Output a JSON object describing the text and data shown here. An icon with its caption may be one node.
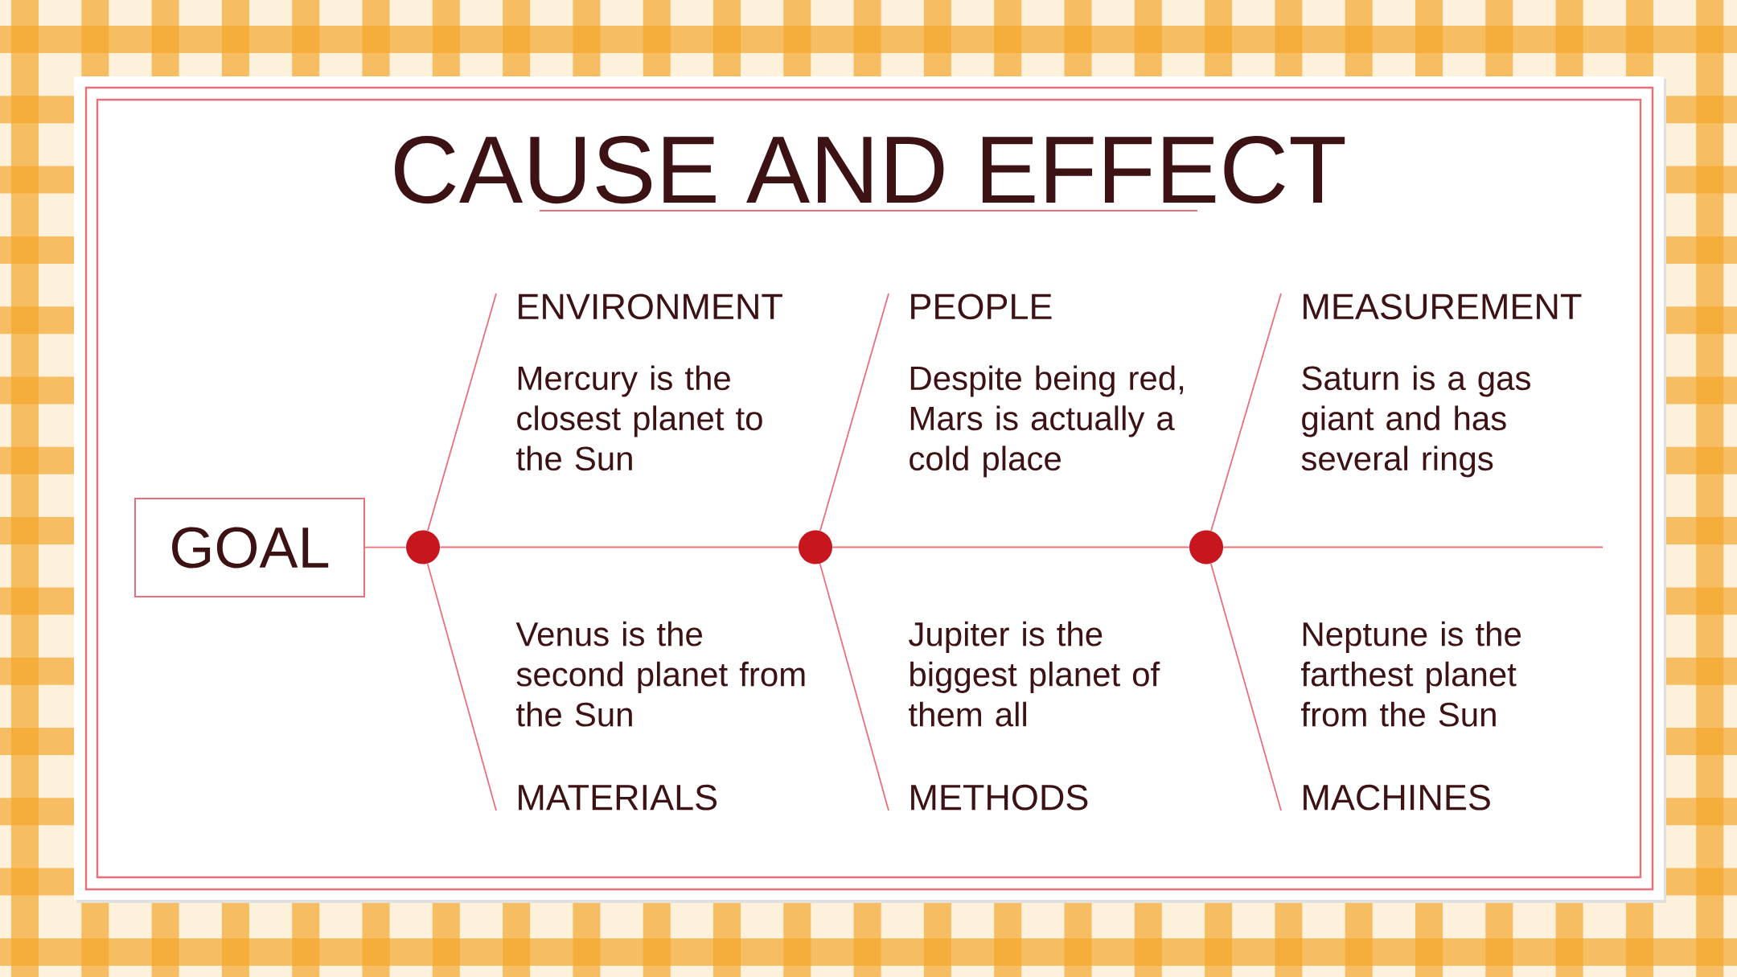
{
  "diagram": {
    "title": "CAUSE AND EFFECT",
    "nodes": [
      {
        "text": [
          "GOAL"
        ]
      },
      {
        "text": [],
        "shape": "circle"
      },
      {
        "text": [],
        "shape": "circle"
      },
      {
        "text": [],
        "shape": "circle"
      },
      {
        "text": [
          "ENVIRONMENT",
          "Mercury is the closest planet to the Sun"
        ]
      },
      {
        "text": [
          "Venus is the second planet from the Sun",
          "MATERIALS"
        ]
      },
      {
        "text": [
          "PEOPLE",
          "Despite being red, Mars is actually a cold place"
        ]
      },
      {
        "text": [
          "Jupiter is the biggest planet of them all",
          "METHODS"
        ]
      },
      {
        "text": [
          "MEASUREMENT",
          "Saturn is a gas giant and has several rings"
        ]
      },
      {
        "text": [
          "Neptune is the farthest planet from the Sun",
          "MACHINES"
        ]
      }
    ],
    "edges": [
      {
        "from": 0,
        "to": 1,
        "arrow": "none"
      },
      {
        "from": 1,
        "to": 2,
        "arrow": "none"
      },
      {
        "from": 2,
        "to": 3,
        "arrow": "none"
      },
      {
        "from": 3,
        "to": null,
        "arrow": "none"
      },
      {
        "from": 1,
        "to": 4,
        "arrow": "none"
      },
      {
        "from": 1,
        "to": 5,
        "arrow": "none"
      },
      {
        "from": 2,
        "to": 6,
        "arrow": "none"
      },
      {
        "from": 2,
        "to": 7,
        "arrow": "none"
      },
      {
        "from": 3,
        "to": 8,
        "arrow": "none"
      },
      {
        "from": 3,
        "to": 9,
        "arrow": "none"
      }
    ]
  }
}
